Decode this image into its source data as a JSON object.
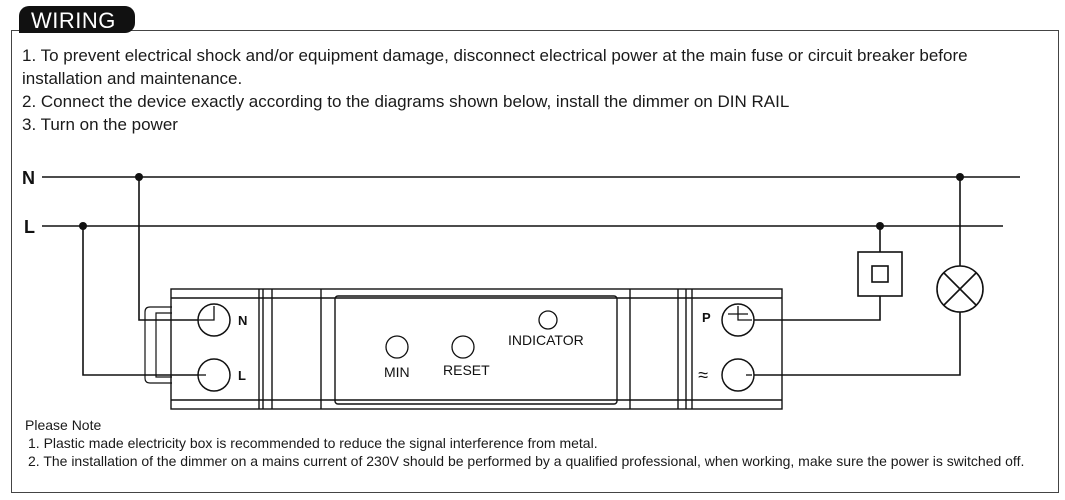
{
  "header": {
    "badge": "WIRING"
  },
  "instructions": [
    "1. To prevent electrical shock and/or equipment damage, disconnect electrical power at the main fuse or circuit breaker before installation and maintenance.",
    "2. Connect the device exactly according to the diagrams shown below, install the dimmer on DIN RAIL",
    "3. Turn on the power"
  ],
  "diagram": {
    "line_n": "N",
    "line_l": "L",
    "terminal_n": "N",
    "terminal_l": "L",
    "terminal_p": "P",
    "terminal_out": "≈",
    "button_min": "MIN",
    "button_reset": "RESET",
    "indicator": "INDICATOR"
  },
  "notes": {
    "title": "Please Note",
    "items": [
      "1. Plastic made electricity box is recommended to reduce the signal interference from metal.",
      "2. The installation of the dimmer on a mains current of 230V should be performed by a qualified professional, when working, make sure the power is switched off."
    ]
  }
}
